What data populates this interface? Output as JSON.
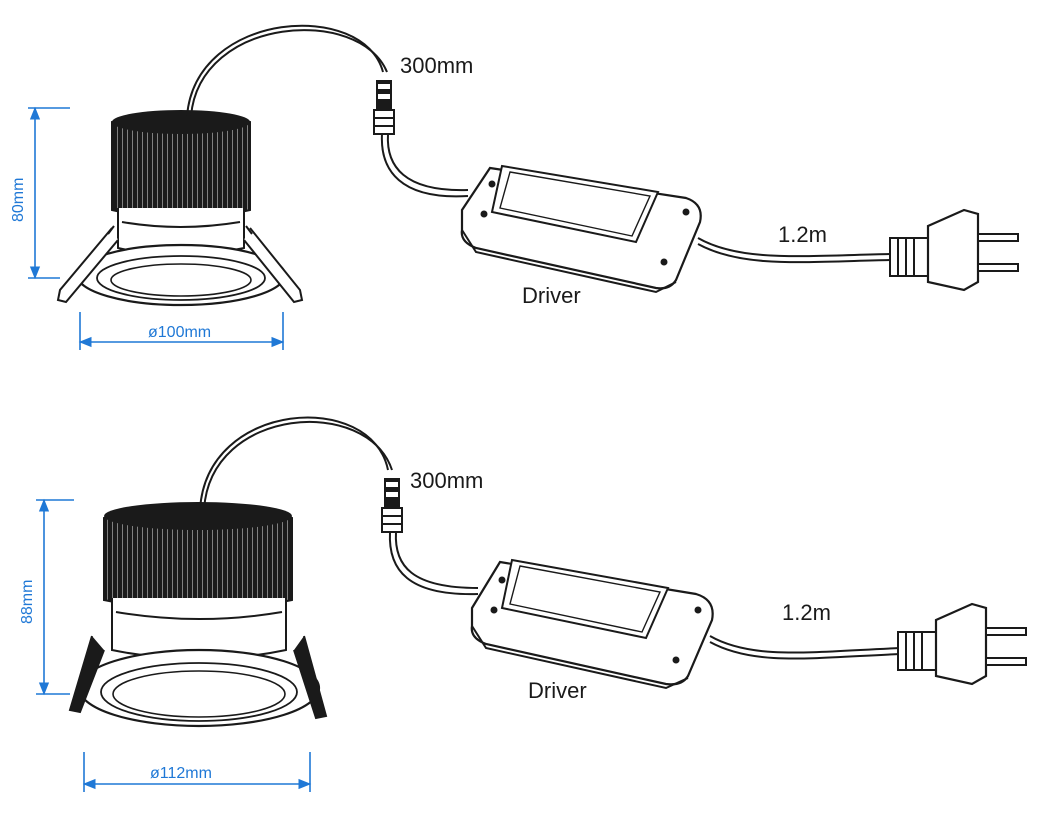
{
  "assemblies": [
    {
      "cable_length": "300mm",
      "driver_label": "Driver",
      "cord_length": "1.2m",
      "height_dim": "80mm",
      "diameter_dim": "ø100mm"
    },
    {
      "cable_length": "300mm",
      "driver_label": "Driver",
      "cord_length": "1.2m",
      "height_dim": "88mm",
      "diameter_dim": "ø112mm"
    }
  ],
  "colors": {
    "line": "#1a1a1a",
    "dimension": "#1f78d6"
  }
}
